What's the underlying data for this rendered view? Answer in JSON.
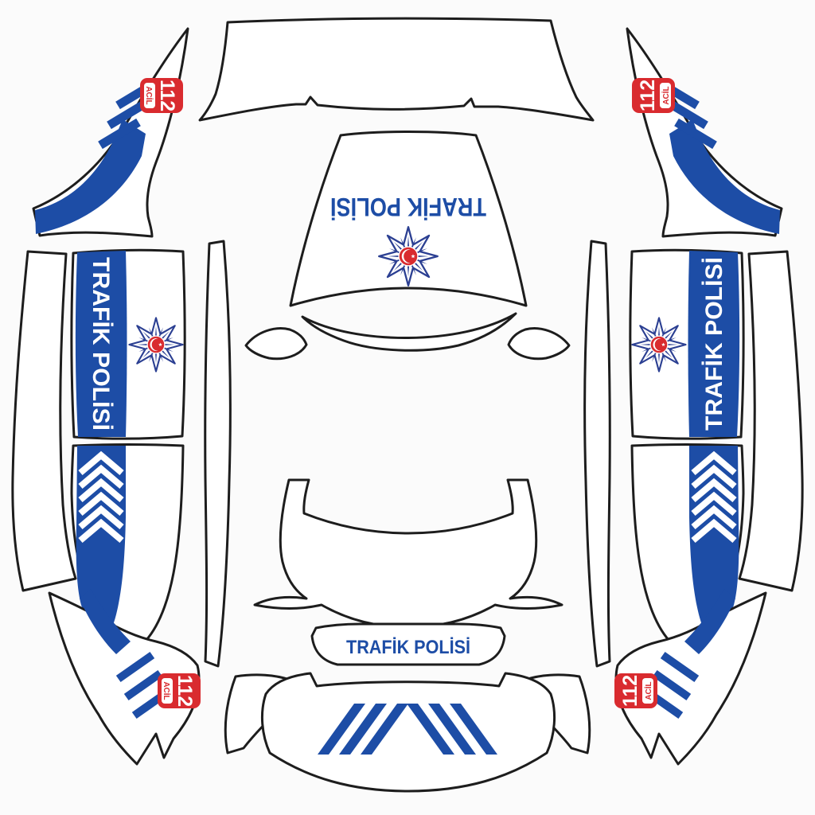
{
  "labels": {
    "trafik_polisi": "TRAFİK POLİSİ",
    "badge_number": "112",
    "badge_word": "ACİL"
  },
  "colors": {
    "stripe_blue": "#1d4da6",
    "badge_red": "#d92b2f",
    "emblem_navy": "#2b3f92",
    "emblem_center_red": "#d92b2f",
    "outline_black": "#1d1d1d",
    "panel_white": "#ffffff",
    "background": "#fbfbfb"
  },
  "decal_counts": {
    "trafik_polisi_texts": 4,
    "police_star_emblems": 3,
    "badges_112_acil": 4,
    "chevrons_per_band": 6,
    "stripes_per_fender": 3,
    "rocker_stripes_per_side": 3
  }
}
